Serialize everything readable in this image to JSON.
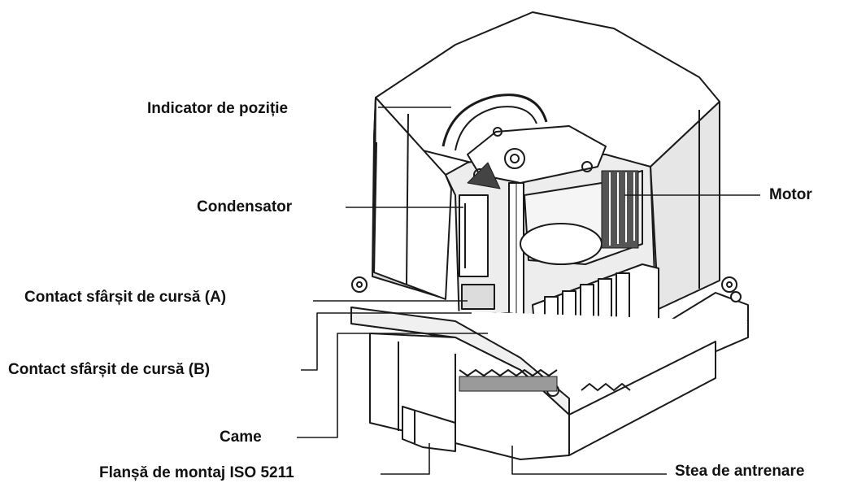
{
  "labels": {
    "position_indicator": "Indicator de poziție",
    "capacitor": "Condensator",
    "motor": "Motor",
    "limit_switch_a": "Contact sfârșit de cursă (A)",
    "limit_switch_b": "Contact sfârșit de cursă (B)",
    "cam": "Came",
    "mounting_flange": "Flanșă de montaj ISO 5211",
    "drive_star": "Stea de antrenare"
  },
  "colors": {
    "ink": "#1a1a1a",
    "body": "#ffffff",
    "shade": "#6e6e6e",
    "dark": "#2b2b2b"
  }
}
